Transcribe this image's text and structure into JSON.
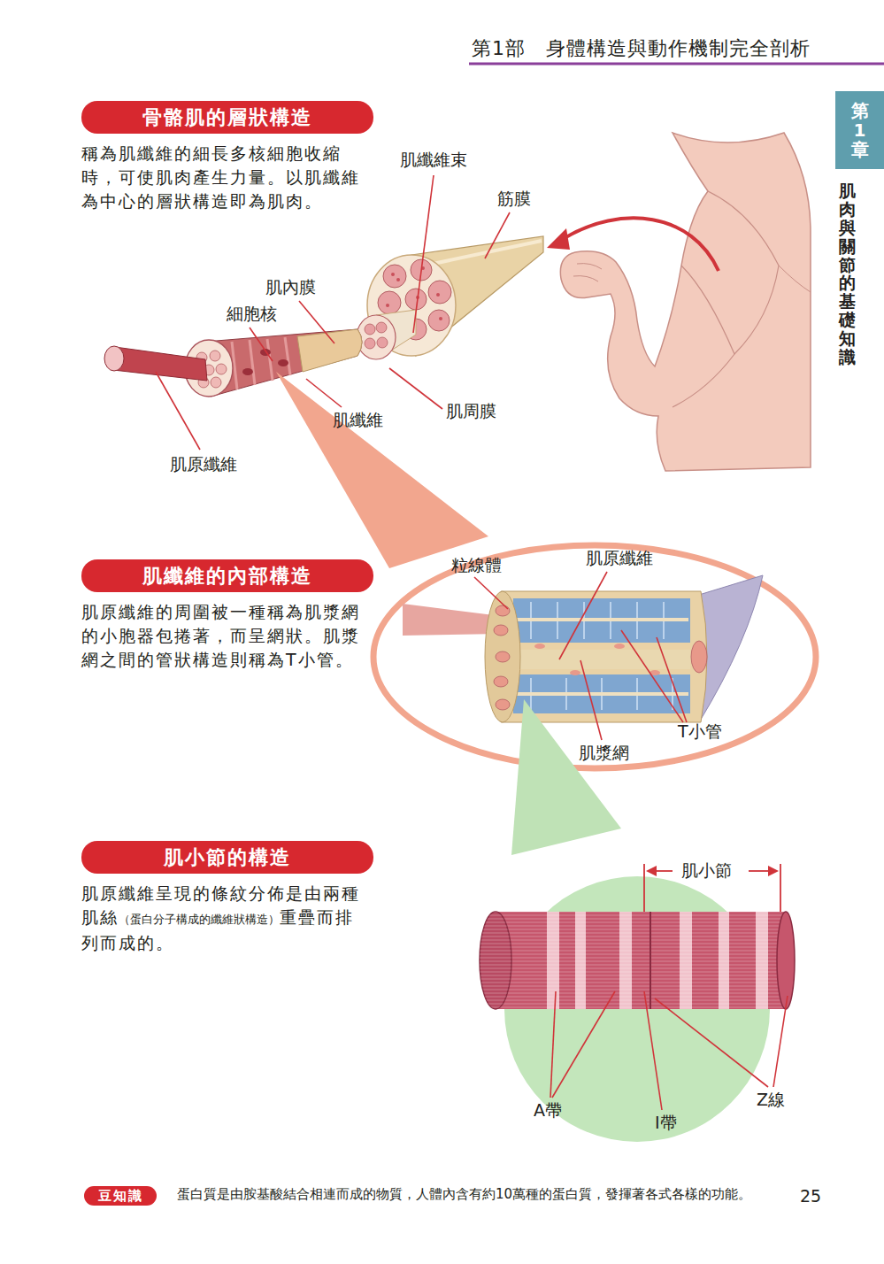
{
  "diagram": {
    "title": "第1部　身體構造與動作機制完全剖析",
    "nodes": [
      {
        "text": [
          "骨骼肌的層狀構造"
        ]
      },
      {
        "text": [
          "肌纖維的內部構造"
        ]
      },
      {
        "text": [
          "肌小節的構造"
        ]
      },
      {
        "text": [
          "豆知識"
        ]
      },
      {
        "text": [
          "第1章"
        ]
      }
    ],
    "labels": [
      "稱為肌纖維的細長多核細胞收縮時，可使肌肉產生力量。以肌纖維為中心的層狀構造即為肌肉。",
      "肌纖維束",
      "筋膜",
      "肌內膜",
      "細胞核",
      "肌纖維",
      "肌周膜",
      "肌原纖維",
      "肌原纖維的周圍被一種稱為肌漿網的小胞器包捲著，而呈網狀。肌漿網之間的管狀構造則稱為T小管。",
      "粒線體",
      "肌原纖維",
      "肌漿網",
      "T小管",
      "肌原纖維呈現的條紋分佈是由兩種肌絲",
      "（蛋白分子構成的纖維狀構造）",
      "重疊而排列而成的。",
      "肌小節",
      "A帶",
      "I帶",
      "Z線",
      "肌肉與關節的基礎知識",
      "蛋白質是由胺基酸結合相連而成的物質，人體內含有約10萬種的蛋白質，發揮著各式各樣的功能。",
      "25"
    ]
  }
}
